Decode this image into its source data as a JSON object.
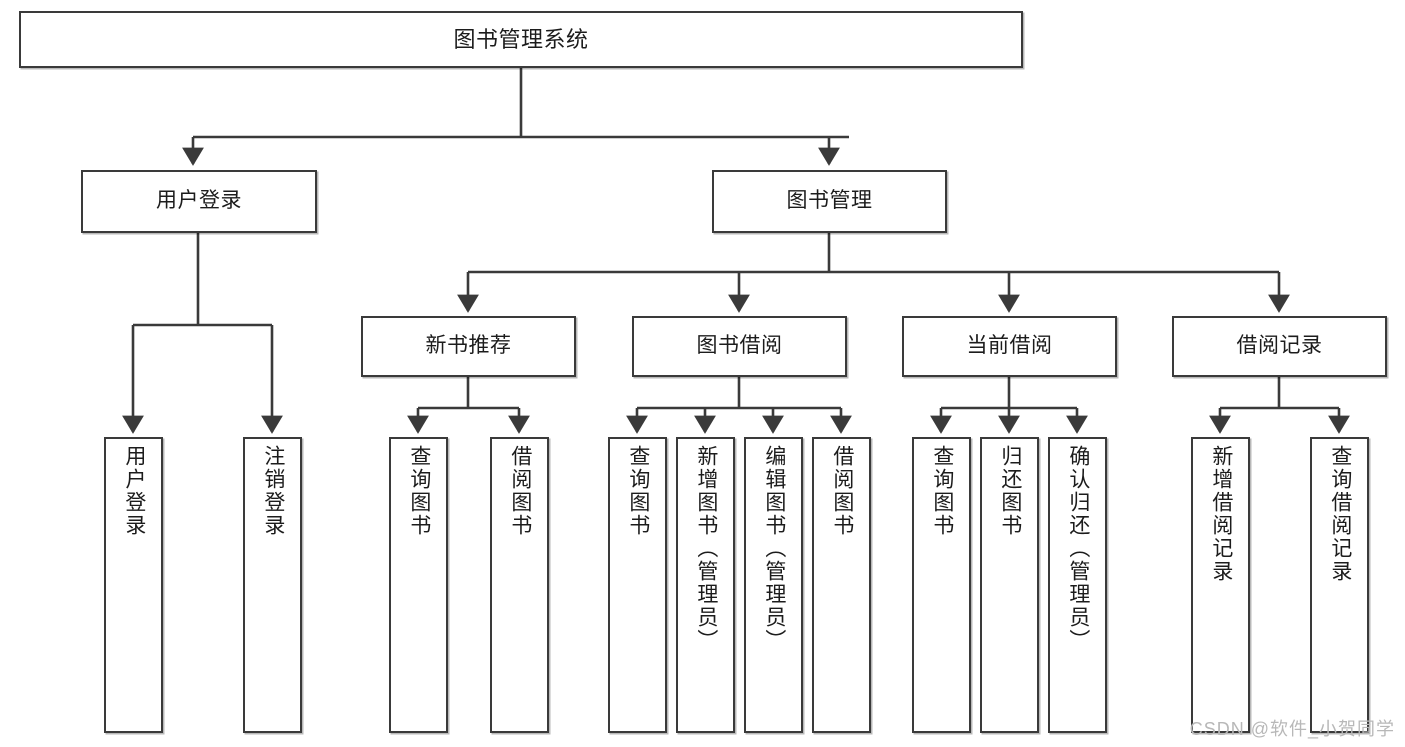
{
  "diagram": {
    "type": "tree",
    "title": "图书管理系统",
    "watermark": "CSDN @软件_小贺同学",
    "colors": {
      "box_border": "#3a3a3a",
      "box_fill": "#ffffff",
      "connector": "#3a3a3a",
      "text": "#1c1c1c",
      "watermark": "#b8b8b8"
    },
    "levels": {
      "root": {
        "label": "图书管理系统"
      },
      "level2": [
        {
          "label": "用户登录"
        },
        {
          "label": "图书管理"
        }
      ],
      "level3": [
        {
          "label": "新书推荐"
        },
        {
          "label": "图书借阅"
        },
        {
          "label": "当前借阅"
        },
        {
          "label": "借阅记录"
        }
      ],
      "leaves": {
        "user_login": [
          {
            "label": "用户登录"
          },
          {
            "label": "注销登录"
          }
        ],
        "new_book_recommend": [
          {
            "label": "查询图书"
          },
          {
            "label": "借阅图书"
          }
        ],
        "book_borrow": [
          {
            "label": "查询图书"
          },
          {
            "label": "新增图书（管理员）"
          },
          {
            "label": "编辑图书（管理员）"
          },
          {
            "label": "借阅图书"
          }
        ],
        "current_borrow": [
          {
            "label": "查询图书"
          },
          {
            "label": "归还图书"
          },
          {
            "label": "确认归还（管理员）"
          }
        ],
        "borrow_record": [
          {
            "label": "新增借阅记录"
          },
          {
            "label": "查询借阅记录"
          }
        ]
      }
    }
  }
}
